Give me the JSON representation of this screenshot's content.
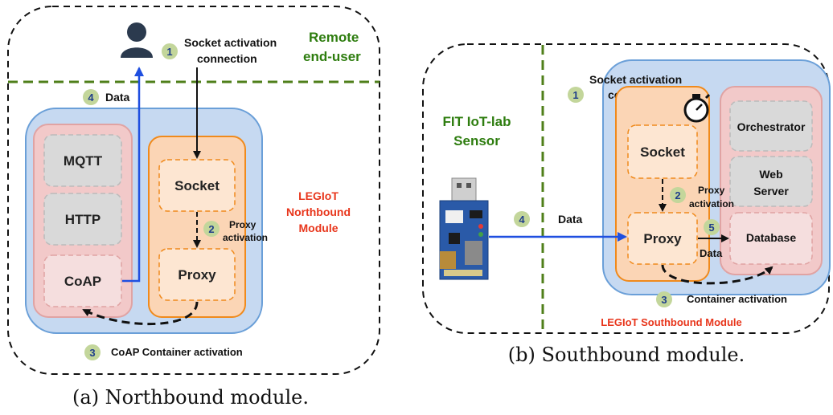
{
  "north": {
    "remote_label_1": "Remote",
    "remote_label_2": "end-user",
    "step1": "1",
    "socket_activation_1": "Socket activation",
    "socket_activation_2": "connection",
    "step4": "4",
    "data_label": "Data",
    "mqtt": "MQTT",
    "http": "HTTP",
    "coap": "CoAP",
    "socket": "Socket",
    "proxy": "Proxy",
    "step2": "2",
    "proxy_activation_1": "Proxy",
    "proxy_activation_2": "activation",
    "module_1": "LEGIoT",
    "module_2": "Northbound",
    "module_3": "Module",
    "step3": "3",
    "container_activation": "CoAP Container activation",
    "caption": "(a) Northbound module."
  },
  "south": {
    "sensor_1": "FIT IoT-lab",
    "sensor_2": "Sensor",
    "step1": "1",
    "socket_activation_1": "Socket activation",
    "socket_activation_2": "connection",
    "socket": "Socket",
    "proxy": "Proxy",
    "step2": "2",
    "proxy_activation_1": "Proxy",
    "proxy_activation_2": "activation",
    "orchestrator": "Orchestrator",
    "web_1": "Web",
    "web_2": "Server",
    "database": "Database",
    "step4": "4",
    "data_label": "Data",
    "step5": "5",
    "data_label_2": "Data",
    "step3": "3",
    "container_activation": "Container activation",
    "module": "LEGIoT Southbound Module",
    "caption": "(b) Southbound module."
  },
  "colors": {
    "blue_bg": "#c6d9f1",
    "blue_border": "#6a9fd8",
    "red_bg": "#f2c9c9",
    "orange_bg": "#fbd5b5",
    "orange_border": "#f08a1c",
    "grey_box": "#d9d9d9",
    "green_divider": "#4f7f1a",
    "arrow_blue": "#1f4fe0",
    "badge": "#c3d69b"
  }
}
